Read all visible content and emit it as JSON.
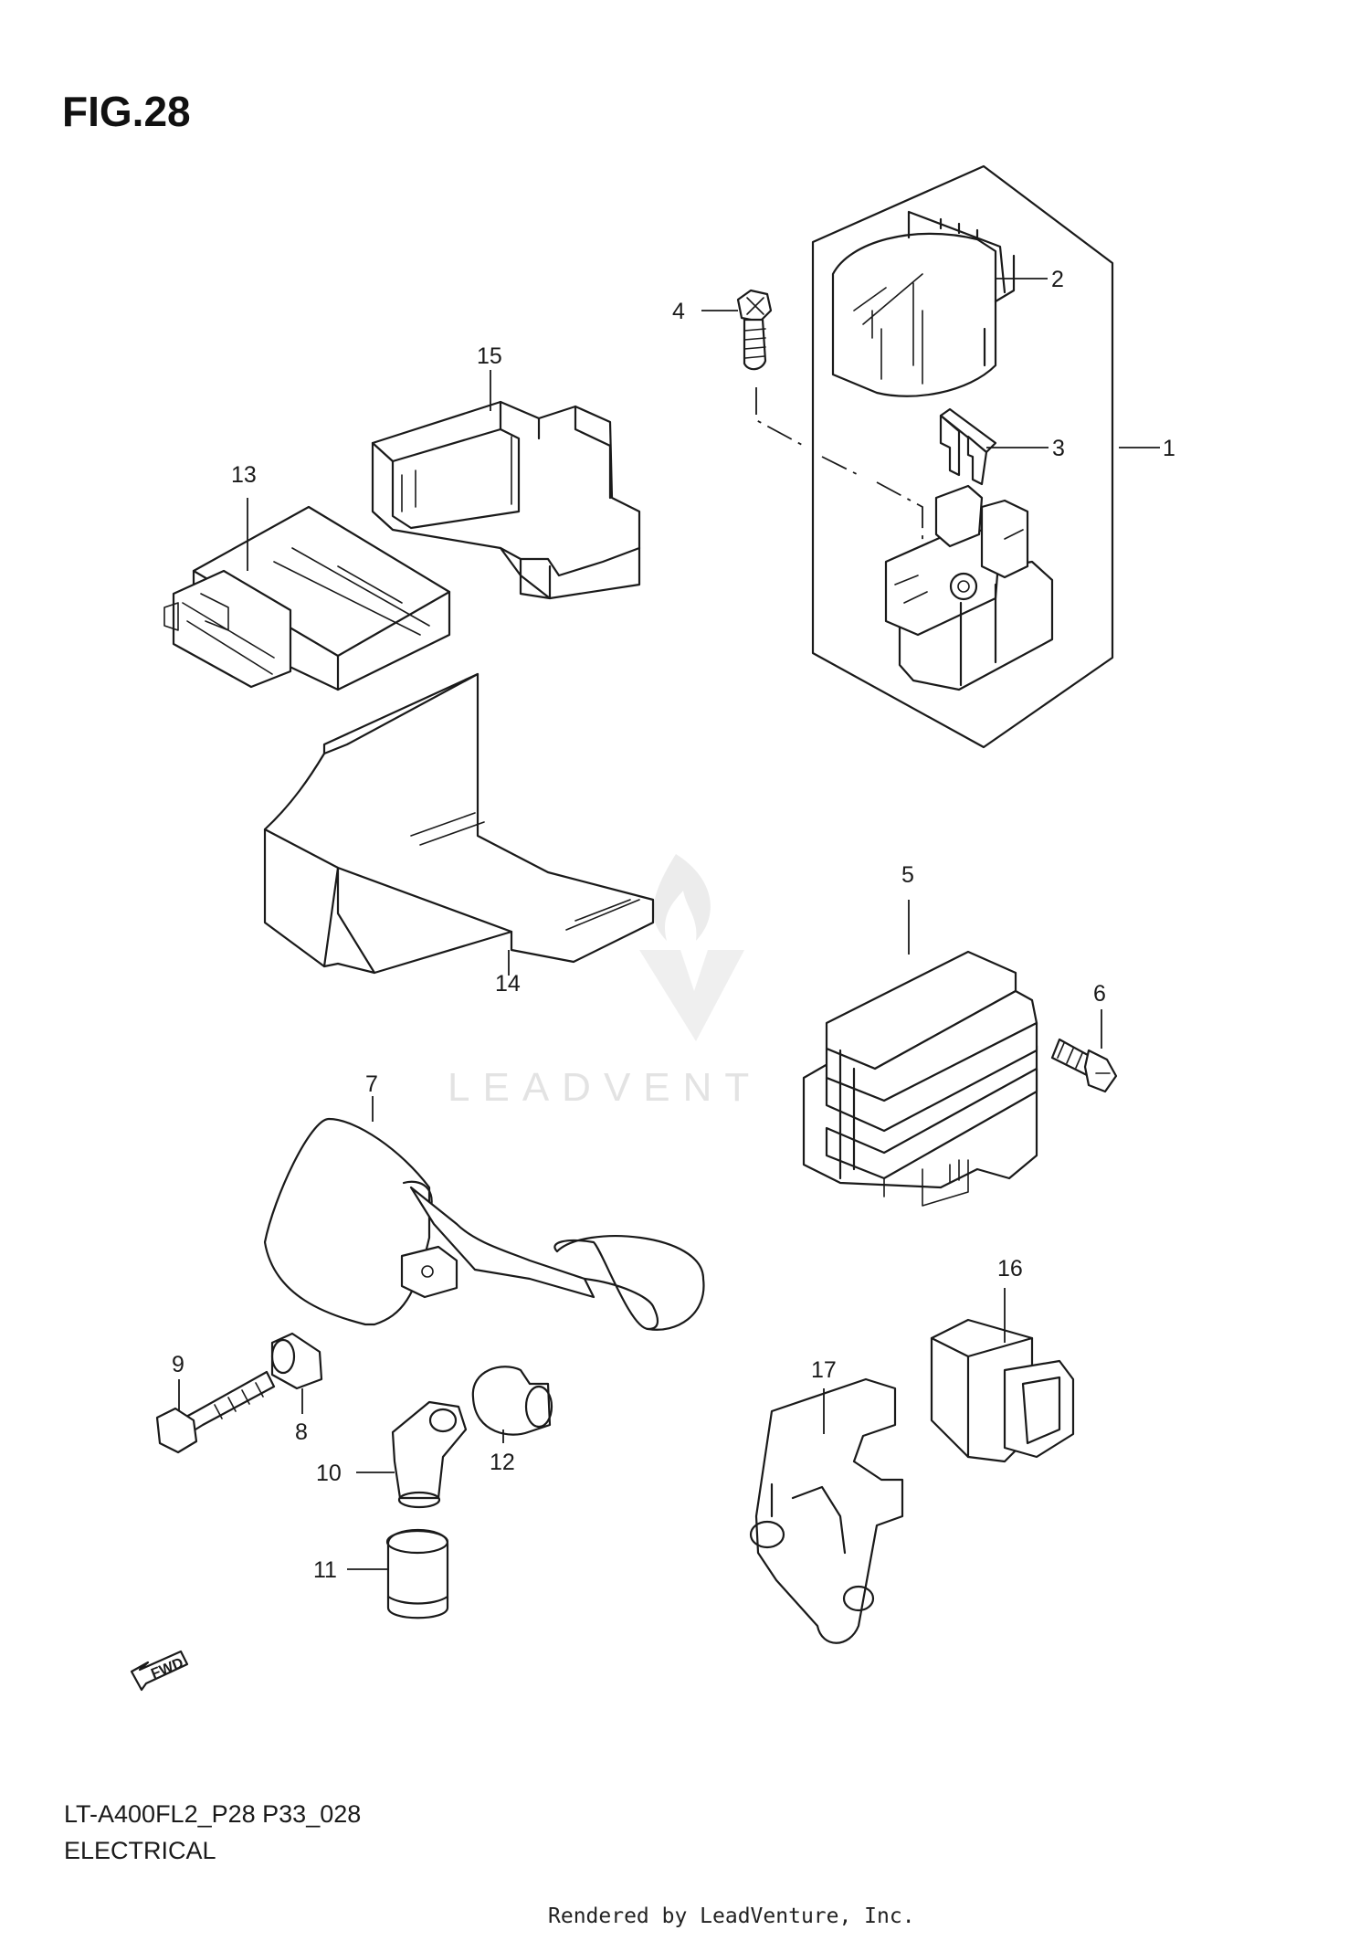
{
  "figure": {
    "title": "FIG.28",
    "model_code": "LT-A400FL2_P28 P33_028",
    "section_name": "ELECTRICAL",
    "credit": "Rendered by LeadVenture, Inc.",
    "watermark": "LEADVENT",
    "fwd_label": "FWD"
  },
  "callouts": [
    "1",
    "2",
    "3",
    "4",
    "5",
    "6",
    "7",
    "8",
    "9",
    "10",
    "11",
    "12",
    "13",
    "14",
    "15",
    "16",
    "17"
  ]
}
